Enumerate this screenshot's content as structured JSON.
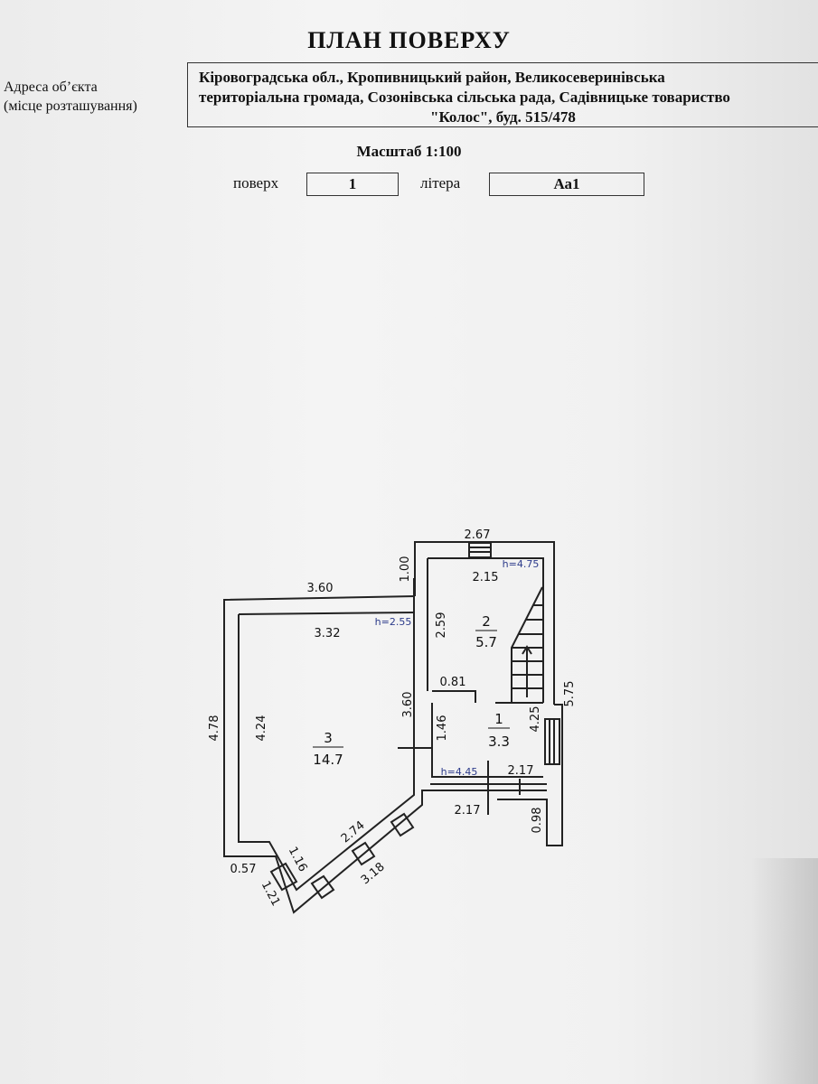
{
  "title": "ПЛАН ПОВЕРХУ",
  "address": {
    "label_line1": "Адреса об’єкта",
    "label_line2": "(місце розташування)",
    "line1": "Кіровоградська обл., Кропивницький район, Великосеверинівська",
    "line2": "територіальна громада, Созонівська сільська рада, Садівницьке товариство",
    "line3": "\"Колос\", буд. 515/478"
  },
  "scale": "Масштаб 1:100",
  "floor": {
    "label": "поверх",
    "value": "1"
  },
  "letter": {
    "label": "літера",
    "value": "Аа1"
  },
  "plan": {
    "dims": {
      "top_right_width": "2.67",
      "upper_left_width": "3.60",
      "step_height": "1.00",
      "room2_inner_width": "2.15",
      "room2_height_label": "h=4.75",
      "room2_inner_depth": "2.59",
      "room3_inner_width": "3.32",
      "room3_height_label": "h=2.55",
      "outer_left": "4.78",
      "inner_left": "4.24",
      "partition": "3.60",
      "door_width": "0.81",
      "room1_depth": "1.46",
      "room1_height_label": "h=4.45",
      "room1_width": "2.17",
      "stair_side": "4.25",
      "outer_right": "5.75",
      "porch_width": "2.17",
      "porch_depth": "0.98",
      "diag_inner": "2.74",
      "diag_outer": "3.18",
      "corner_inner": "1.16",
      "corner_base": "0.57",
      "corner_outer": "1.21"
    },
    "rooms": [
      {
        "number": "1",
        "area": "3.3"
      },
      {
        "number": "2",
        "area": "5.7"
      },
      {
        "number": "3",
        "area": "14.7"
      }
    ]
  }
}
